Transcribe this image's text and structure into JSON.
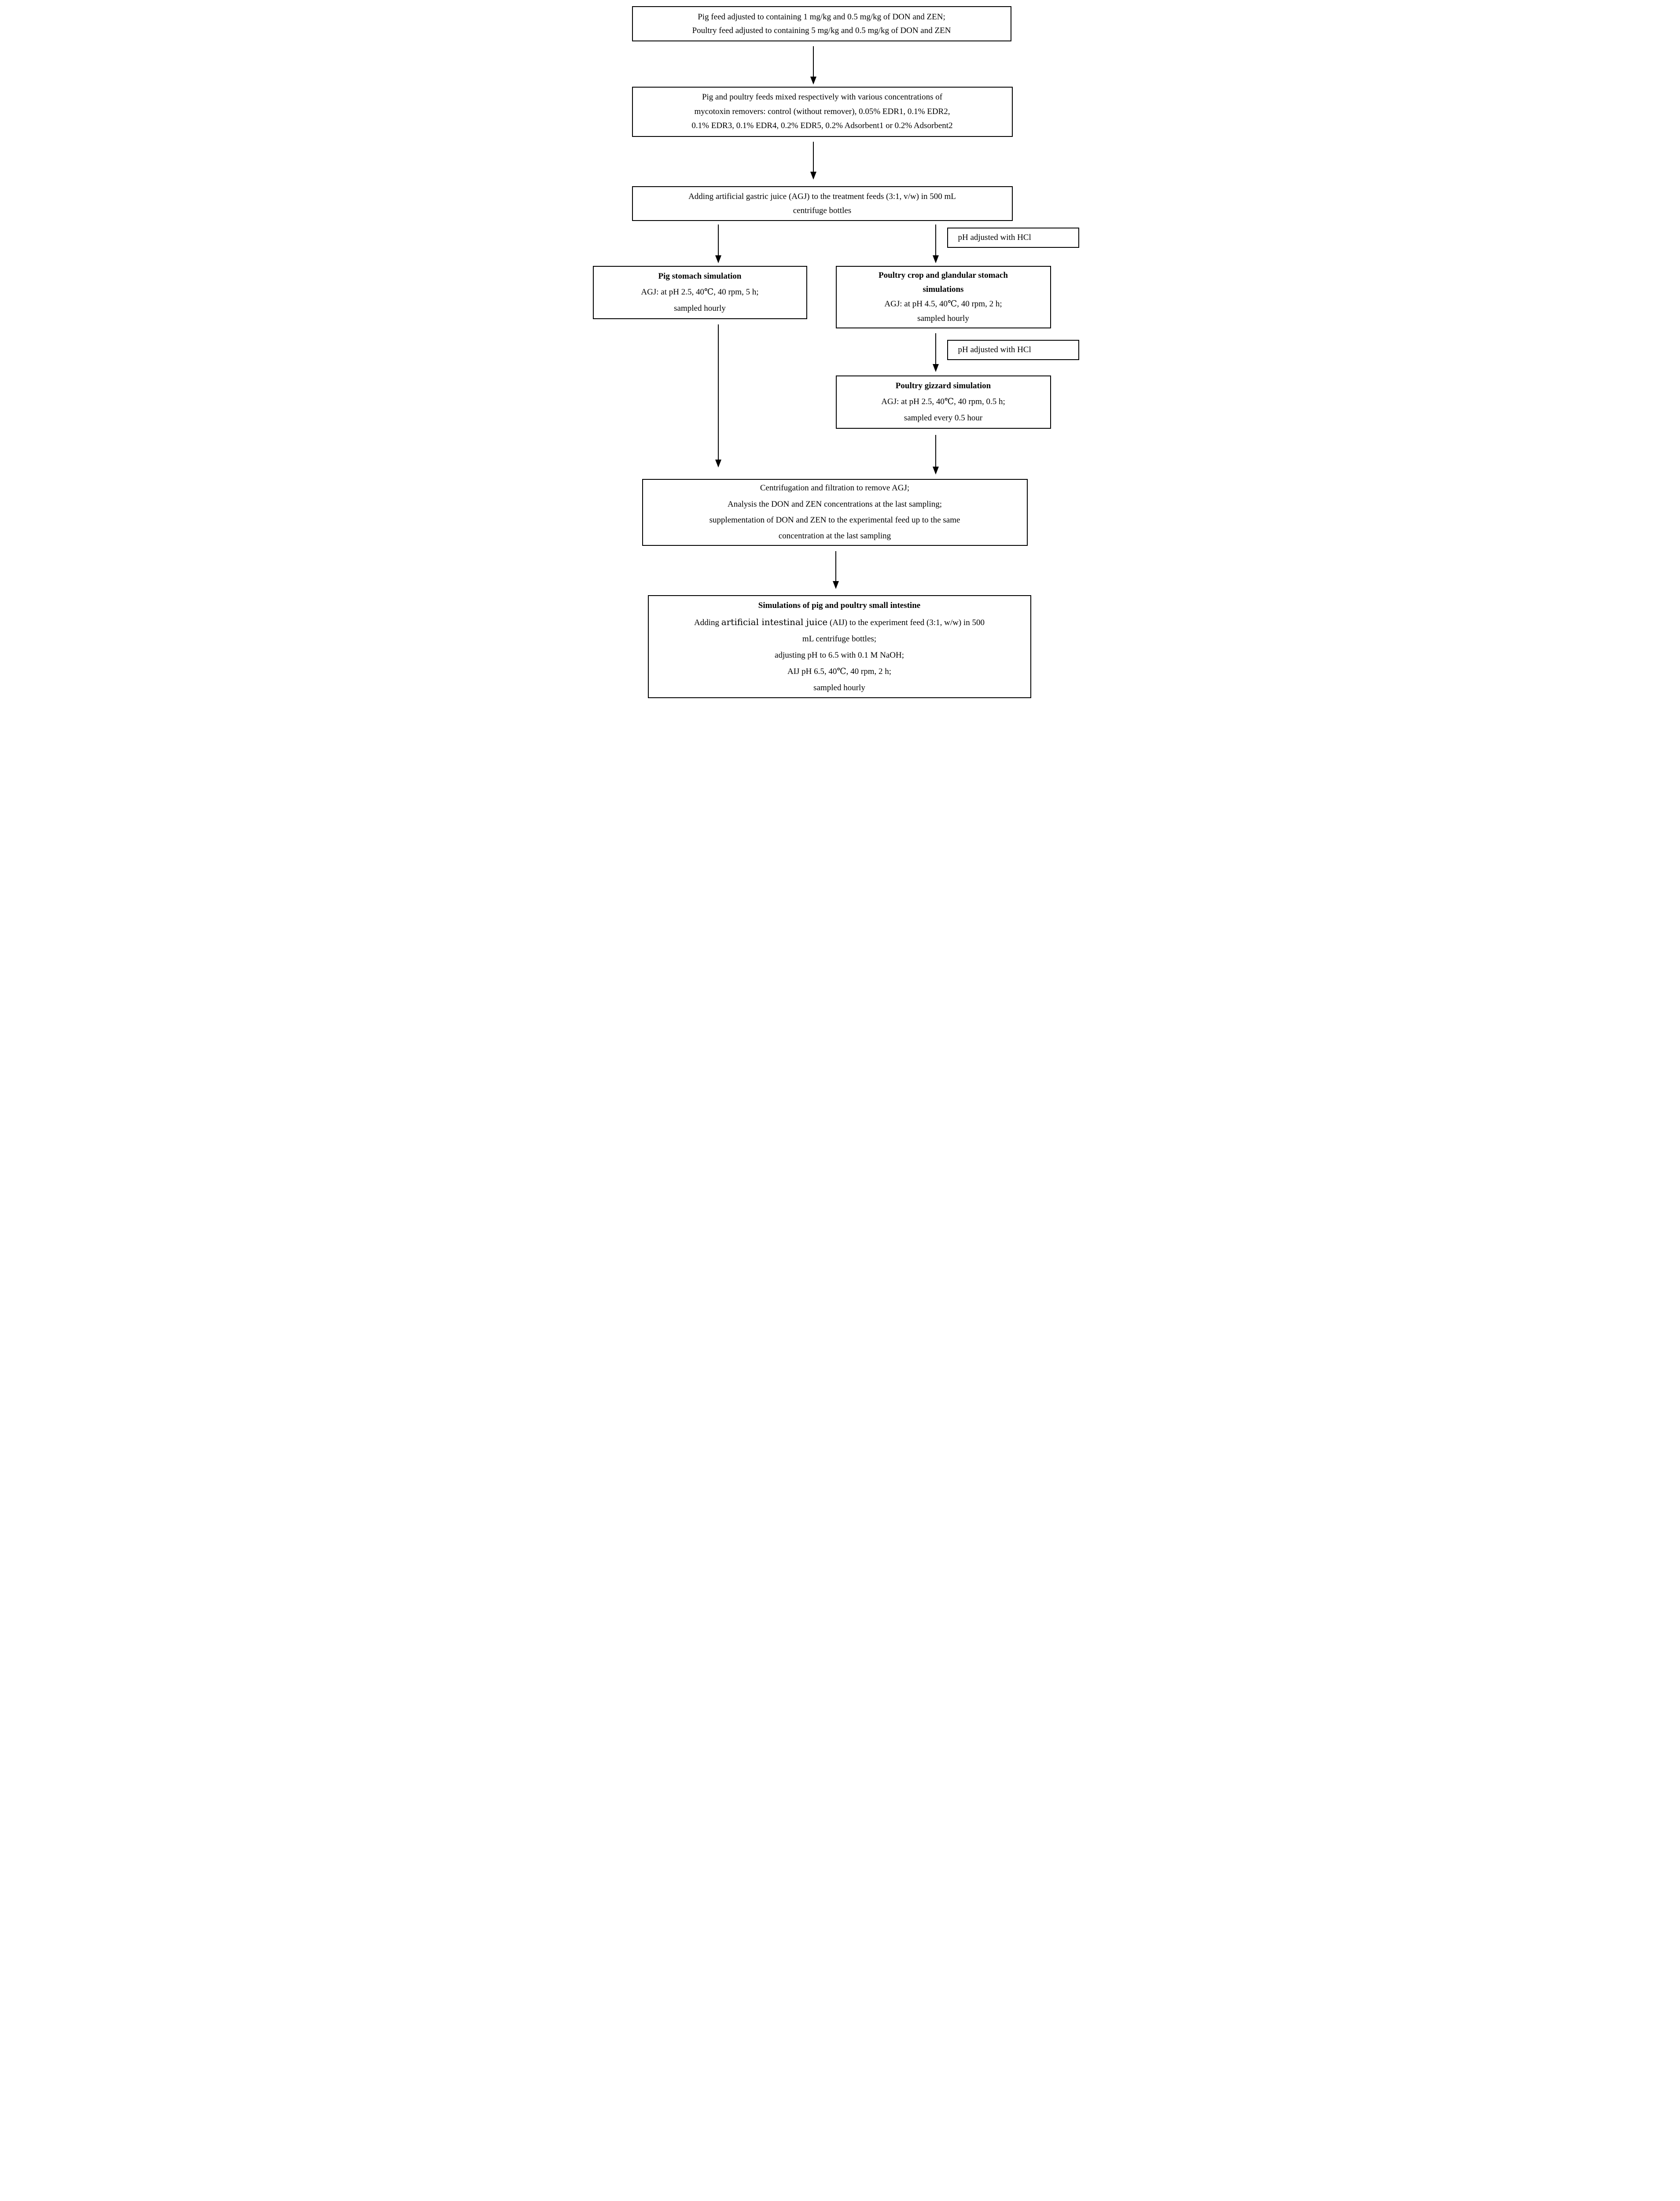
{
  "colors": {
    "ink": "#000000",
    "paper": "#ffffff"
  },
  "flowchart": {
    "feed_adjust": {
      "line1": "Pig feed adjusted to containing 1 mg/kg and 0.5 mg/kg of DON and ZEN;",
      "line2": "Poultry feed adjusted to containing 5 mg/kg and 0.5 mg/kg of DON and ZEN"
    },
    "mixing": {
      "line1": "Pig and poultry feeds mixed respectively with various concentrations of",
      "line2": "mycotoxin removers: control (without remover), 0.05% EDR1, 0.1% EDR2,",
      "line3": "0.1% EDR3, 0.1% EDR4, 0.2% EDR5, 0.2% Adsorbent1 or 0.2% Adsorbent2"
    },
    "agj_addition": {
      "line1": "Adding artificial gastric juice (AGJ) to the treatment feeds (3:1, v/w) in 500 mL",
      "line2": "centrifuge bottles"
    },
    "ph_adjust_1": {
      "label": "pH adjusted with HCl"
    },
    "ph_adjust_2": {
      "label": "pH adjusted with HCl"
    },
    "pig_stomach": {
      "title": "Pig stomach simulation",
      "line1": "AGJ: at pH 2.5, 40℃, 40 rpm, 5 h;",
      "line2": "sampled hourly"
    },
    "poultry_crop": {
      "title_line1": "Poultry crop and glandular stomach",
      "title_line2": "simulations",
      "line1": "AGJ: at pH 4.5, 40℃, 40 rpm, 2 h;",
      "line2": "sampled hourly"
    },
    "poultry_gizzard": {
      "title": "Poultry gizzard simulation",
      "line1": "AGJ: at pH 2.5, 40℃, 40 rpm, 0.5 h;",
      "line2": "sampled every 0.5 hour"
    },
    "centrifugation": {
      "line1": "Centrifugation and filtration to remove AGJ;",
      "line2": "Analysis the DON and ZEN concentrations at the last sampling;",
      "line3": "supplementation of DON and ZEN to the experimental feed up to the same",
      "line4": "concentration at the last sampling"
    },
    "intestine": {
      "title": "Simulations of pig and poultry small intestine",
      "line1_prefix": "Adding ",
      "line1_special": "artificial intestinal juice",
      "line1_suffix": " (AIJ) to the experiment feed (3:1, w/w) in 500",
      "line2": "mL centrifuge bottles;",
      "line3": "adjusting pH to 6.5 with 0.1 M NaOH;",
      "line4": "AIJ pH 6.5, 40℃, 40 rpm, 2 h;",
      "line5": "sampled hourly"
    }
  }
}
